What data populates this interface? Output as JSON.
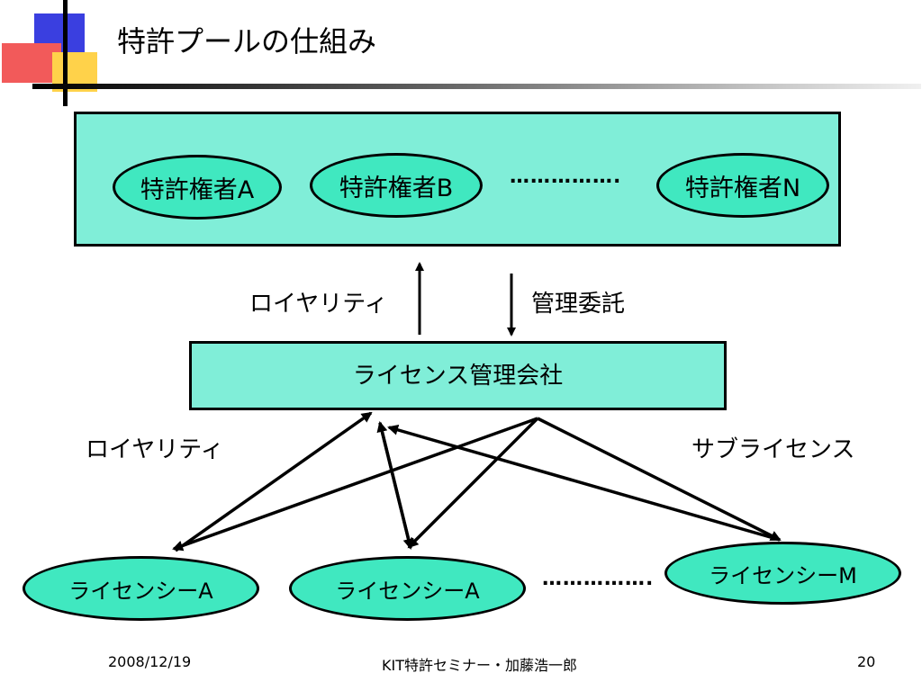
{
  "title": "特許プールの仕組み",
  "holders": [
    "特許権者A",
    "特許権者B",
    "特許権者N"
  ],
  "holders_ellipsis": "…………….",
  "royalty_up_label": "ロイヤリティ",
  "management_label": "管理委託",
  "license_company": "ライセンス管理会社",
  "royalty_left_label": "ロイヤリティ",
  "sublicense_label": "サブライセンス",
  "licensees": [
    "ライセンシーA",
    "ライセンシーA",
    "ライセンシーM"
  ],
  "licensees_ellipsis": "…………….",
  "footer": {
    "date": "2008/12/19",
    "center": "KIT特許セミナー・加藤浩一郎",
    "page": "20"
  }
}
